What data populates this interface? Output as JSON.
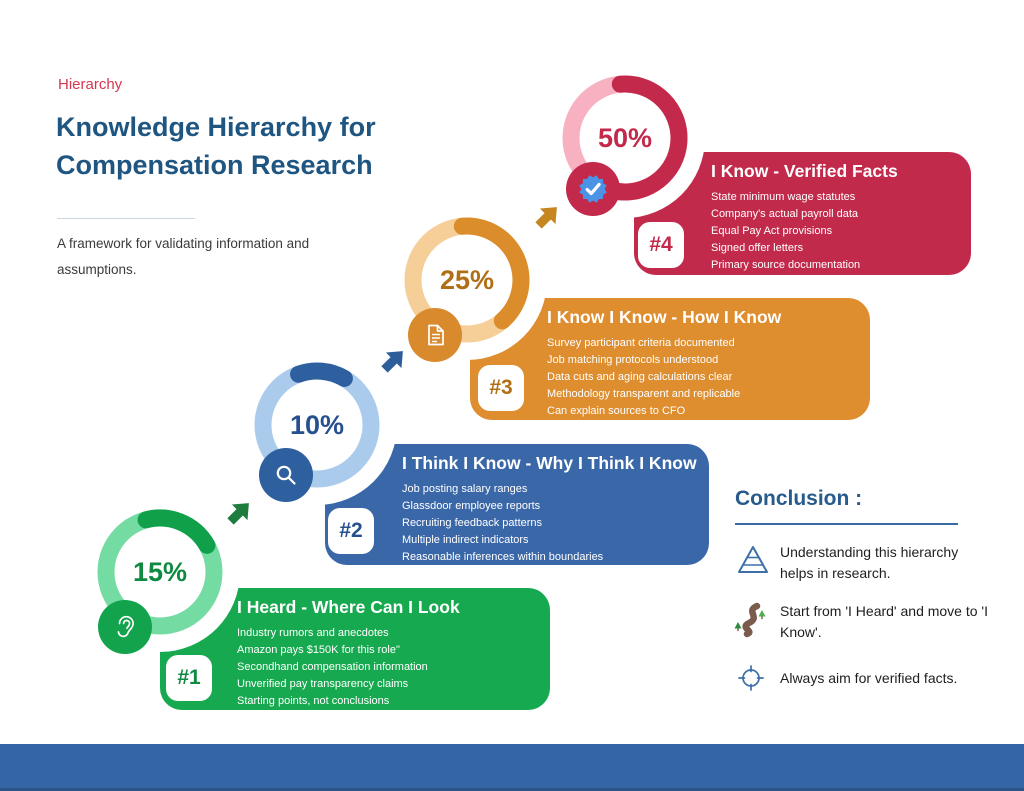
{
  "page": {
    "eyebrow": "Hierarchy",
    "title_line1": "Knowledge Hierarchy for",
    "title_line2": "Compensation Research",
    "subtitle": "A framework for validating information and assumptions."
  },
  "steps": [
    {
      "number": "#1",
      "percent": "15%",
      "percent_value": 15,
      "title": "I Heard - Where Can I Look",
      "icon": "ear-icon",
      "items": [
        "Industry rumors and anecdotes",
        "Amazon pays $150K for this role\"",
        "Secondhand compensation information",
        "Unverified pay transparency claims",
        "Starting points, not conclusions"
      ],
      "color": "#17A94F",
      "track_color": "#74DBA2"
    },
    {
      "number": "#2",
      "percent": "10%",
      "percent_value": 10,
      "title": "I Think I Know - Why I Think I Know",
      "icon": "magnifying-glass-icon",
      "items": [
        "Job posting salary ranges",
        "Glassdoor employee reports",
        "Recruiting feedback patterns",
        "Multiple indirect indicators",
        "Reasonable inferences within boundaries"
      ],
      "color": "#3A67A7",
      "track_color": "#AACBEC"
    },
    {
      "number": "#3",
      "percent": "25%",
      "percent_value": 25,
      "title": "I Know I Know - How I Know",
      "icon": "document-icon",
      "items": [
        "Survey participant criteria documented",
        "Job matching protocols understood",
        "Data cuts and aging calculations clear",
        "Methodology transparent and replicable",
        "Can explain sources to CFO"
      ],
      "color": "#DE8D2F",
      "track_color": "#F5CE98"
    },
    {
      "number": "#4",
      "percent": "50%",
      "percent_value": 50,
      "title": "I Know - Verified Facts",
      "icon": "verified-badge-icon",
      "items": [
        "State minimum wage statutes",
        "Company's actual payroll data",
        "Equal Pay Act provisions",
        "Signed offer letters",
        "Primary source documentation"
      ],
      "color": "#C22A4B",
      "track_color": "#F8B1C1"
    }
  ],
  "conclusion": {
    "title": "Conclusion :",
    "items": [
      {
        "icon": "pyramid-icon",
        "text": "Understanding this hierarchy helps in research."
      },
      {
        "icon": "winding-road-icon",
        "text": "Start from 'I Heard' and move to 'I Know'."
      },
      {
        "icon": "target-icon",
        "text": "Always aim for verified facts."
      }
    ]
  },
  "palette": {
    "eyebrow_red": "#D4384F",
    "heading_blue": "#1F5581",
    "step1_green": "#17A94F",
    "step2_blue": "#3A67A7",
    "step3_orange": "#DE8D2F",
    "step4_crimson": "#C22A4B",
    "verified_seal_blue": "#4B93E6",
    "conclusion_icon_blue": "#3D6FA8",
    "road_brown": "#7B5B4C",
    "tree_green": "#4CAF50",
    "footer_blue": "#3465A4",
    "arrow_green": "#1E7C3E",
    "arrow_navy": "#2D5E99",
    "arrow_gold": "#C5861F"
  }
}
